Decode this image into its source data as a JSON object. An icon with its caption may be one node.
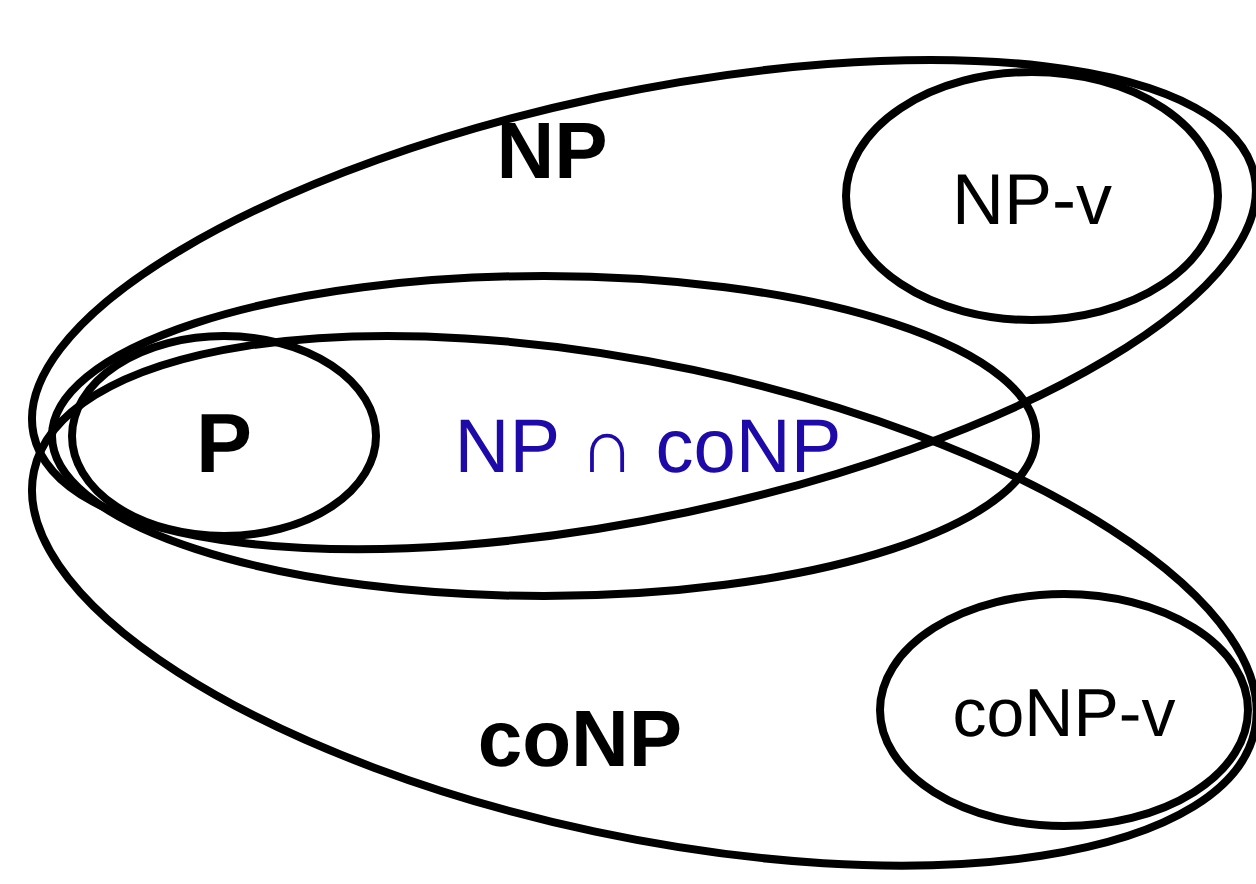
{
  "diagram": {
    "nodes": [
      {
        "text": [
          "NP"
        ]
      },
      {
        "text": [
          "NP-v"
        ],
        "in": 0
      },
      {
        "text": [
          "NP ∩ coNP"
        ]
      },
      {
        "text": [
          "P"
        ],
        "in": 2
      },
      {
        "text": [
          "coNP"
        ]
      },
      {
        "text": [
          "coNP-v"
        ],
        "in": 4
      }
    ]
  }
}
